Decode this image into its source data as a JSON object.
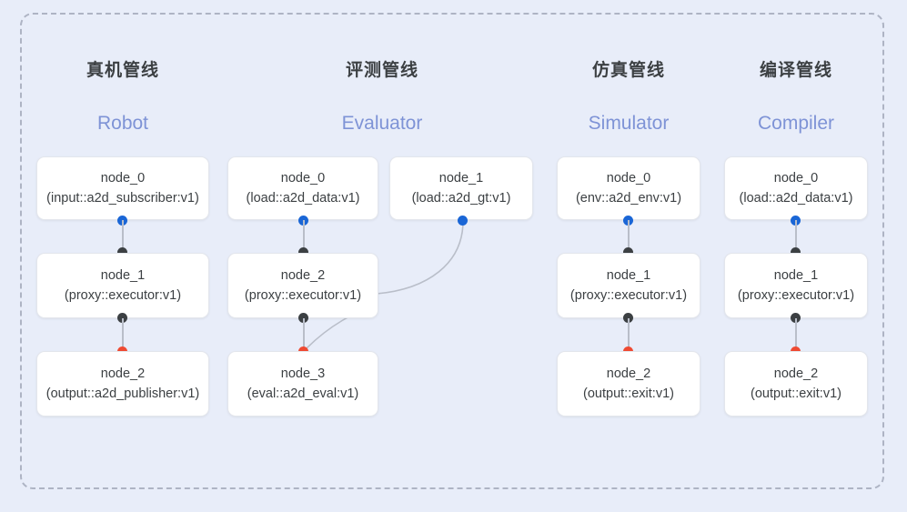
{
  "theme": {
    "background": "#e8edf9",
    "frame_border": "#aeb4c4",
    "card_background": "#ffffff",
    "card_border": "#e3e6ec",
    "title_color": "#3c4043",
    "subtitle_color": "#7e93d6",
    "dot_input_color": "#1a66d6",
    "dot_mid_color": "#3c4043",
    "dot_output_color": "#ef4a32",
    "edge_color": "#b9bec9"
  },
  "columns": [
    {
      "title": "真机管线",
      "subtitle": "Robot",
      "nodes": [
        {
          "id": "node_0",
          "spec": "(input::a2d_subscriber:v1)"
        },
        {
          "id": "node_1",
          "spec": "(proxy::executor:v1)"
        },
        {
          "id": "node_2",
          "spec": "(output::a2d_publisher:v1)"
        }
      ]
    },
    {
      "title": "评测管线",
      "subtitle": "Evaluator",
      "nodes": [
        {
          "id": "node_0",
          "spec": "(load::a2d_data:v1)"
        },
        {
          "id": "node_1",
          "spec": "(load::a2d_gt:v1)"
        },
        {
          "id": "node_2",
          "spec": "(proxy::executor:v1)"
        },
        {
          "id": "node_3",
          "spec": "(eval::a2d_eval:v1)"
        }
      ]
    },
    {
      "title": "仿真管线",
      "subtitle": "Simulator",
      "nodes": [
        {
          "id": "node_0",
          "spec": "(env::a2d_env:v1)"
        },
        {
          "id": "node_1",
          "spec": "(proxy::executor:v1)"
        },
        {
          "id": "node_2",
          "spec": "(output::exit:v1)"
        }
      ]
    },
    {
      "title": "编译管线",
      "subtitle": "Compiler",
      "nodes": [
        {
          "id": "node_0",
          "spec": "(load::a2d_data:v1)"
        },
        {
          "id": "node_1",
          "spec": "(proxy::executor:v1)"
        },
        {
          "id": "node_2",
          "spec": "(output::exit:v1)"
        }
      ]
    }
  ]
}
